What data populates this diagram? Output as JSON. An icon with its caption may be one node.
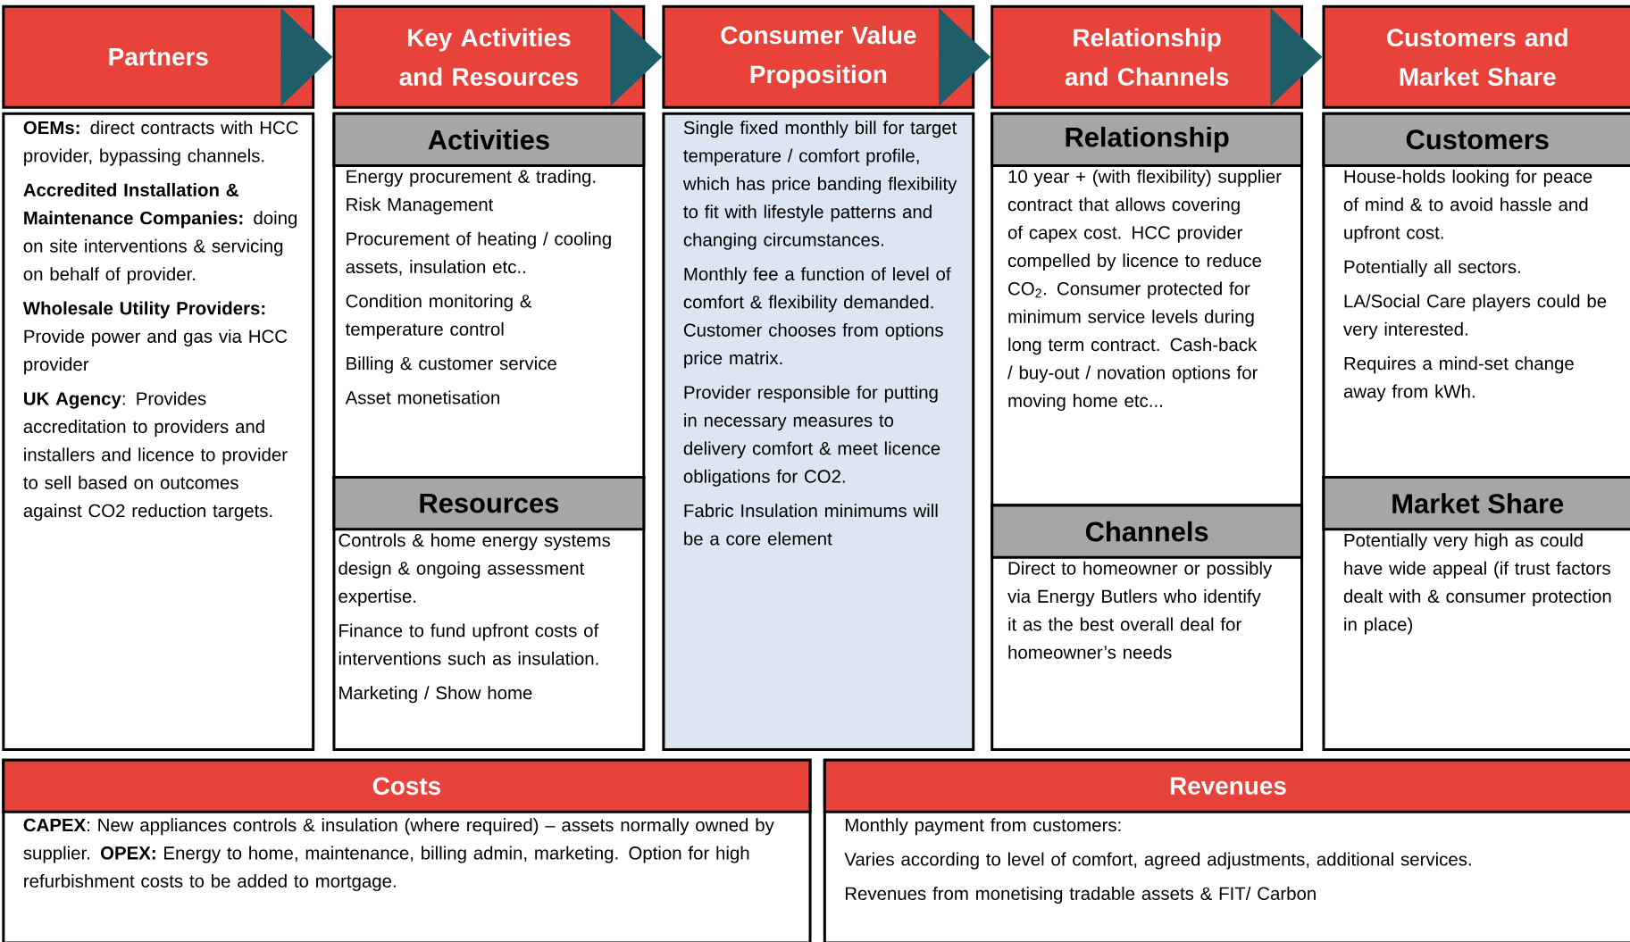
{
  "diagram": {
    "nodes": [
      {
        "text": [
          "Partners"
        ]
      },
      {
        "text": [
          "**OEMs:** direct contracts with HCC provider, bypassing channels.",
          "**Accredited Installation & Maintenance Companies:** doing on site interventions & servicing on behalf of provider.",
          "**Wholesale Utility Providers:** Provide power and gas via HCC provider",
          "**UK Agency**: Provides accreditation to providers and installers and licence to provider to sell based on outcomes against CO2 reduction targets."
        ]
      },
      {
        "text": [
          "Key Activities and Resources"
        ]
      },
      {
        "text": [
          "Activities",
          "Energy procurement & trading. Risk Management",
          "Procurement of heating / cooling assets, insulation etc..",
          "Condition monitoring & temperature control",
          "Billing & customer service",
          "Asset monetisation"
        ]
      },
      {
        "text": [
          "Resources",
          "Controls & home energy systems design & ongoing assessment expertise.",
          "Finance to fund upfront costs of interventions such as insulation.",
          "Marketing / Show home"
        ]
      },
      {
        "text": [
          "Consumer Value Proposition"
        ]
      },
      {
        "text": [
          "Single fixed monthly bill for target temperature / comfort profile, which has price banding flexibility to fit with lifestyle patterns and changing circumstances.",
          "Monthly fee a function of level of comfort & flexibility demanded. Customer chooses from options price matrix.",
          "Provider responsible for putting in necessary measures to delivery comfort & meet licence obligations for CO2.",
          "Fabric Insulation minimums will be a core element"
        ]
      },
      {
        "text": [
          "Relationship and Channels"
        ]
      },
      {
        "text": [
          "Relationship",
          "10 year + (with flexibility) supplier contract that allows covering of capex cost. HCC provider compelled by licence to reduce CO$_{2}$. Consumer protected for minimum service levels during long term contract. Cash-back / buy-out / novation options for moving home etc..."
        ]
      },
      {
        "text": [
          "Channels",
          "Direct to homeowner or possibly via Energy Butlers who identify it as the best overall deal for homeowner’s needs"
        ]
      },
      {
        "text": [
          "Customers and Market Share"
        ]
      },
      {
        "text": [
          "Customers",
          "House-holds looking for peace of mind & to avoid hassle and upfront cost.",
          "Potentially all sectors.",
          "LA/Social Care players could be very interested.",
          "Requires a mind-set change away from kWh."
        ]
      },
      {
        "text": [
          "Market Share",
          "Potentially very high as could have wide appeal (if trust factors dealt with & consumer protection in place)"
        ]
      },
      {
        "text": [
          "Costs",
          "**CAPEX**: New appliances controls & insulation (where required) – assets normally owned by supplier. **OPEX:** Energy to home, maintenance, billing admin, marketing. Option for high refurbishment costs to be added to mortgage."
        ]
      },
      {
        "text": [
          "Revenues",
          "Monthly payment from customers:",
          "Varies according to level of comfort, agreed adjustments, additional services.",
          "Revenues from monetising tradable assets & FIT/ Carbon"
        ]
      }
    ],
    "edges": [
      {
        "from": 0,
        "to": 2,
        "arrow": "to"
      },
      {
        "from": 2,
        "to": 5,
        "arrow": "to"
      },
      {
        "from": 5,
        "to": 7,
        "arrow": "to"
      },
      {
        "from": 7,
        "to": 10,
        "arrow": "to"
      }
    ]
  }
}
